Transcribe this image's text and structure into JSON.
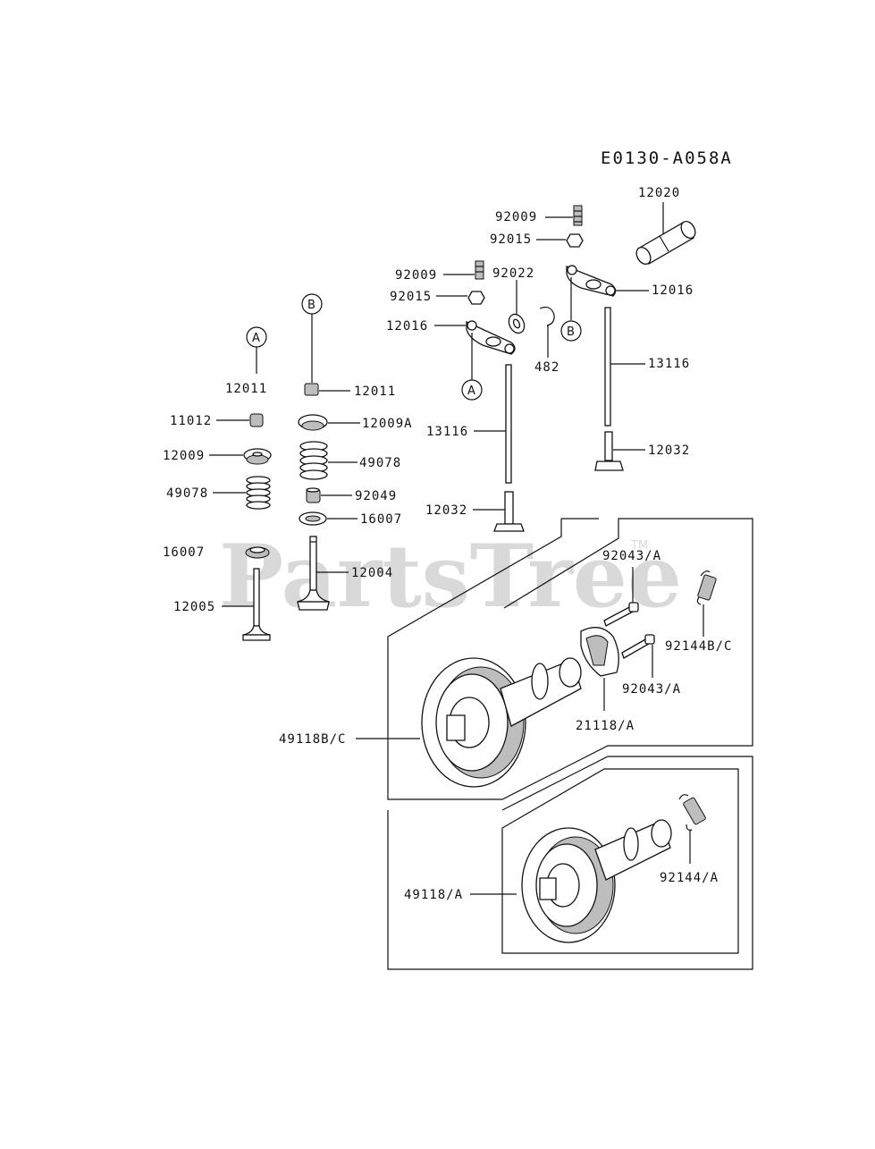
{
  "diagram_code": "E0130-A058A",
  "watermark": {
    "text": "PartsTree",
    "trademark": "TM"
  },
  "callouts": [
    "A",
    "B"
  ],
  "labels": {
    "p92009_top": "92009",
    "p12020": "12020",
    "p92015_top": "92015",
    "p92009_mid": "92009",
    "p92022": "92022",
    "p92015_mid": "92015",
    "p12016_left": "12016",
    "p12016_right": "12016",
    "p482": "482",
    "p13116_right": "13116",
    "p12011_a": "12011",
    "p12011_b": "12011",
    "p11012": "11012",
    "p12009A": "12009A",
    "p12009": "12009",
    "p49078_right": "49078",
    "p49078_left": "49078",
    "p92049": "92049",
    "p16007_right": "16007",
    "p16007_left": "16007",
    "p13116_mid": "13116",
    "p12032_right": "12032",
    "p12032_mid": "12032",
    "p12004": "12004",
    "p12005": "12005",
    "p92043A_top": "92043/A",
    "p92144BC": "92144B/C",
    "p92043A_bottom": "92043/A",
    "p49118BC": "49118B/C",
    "p21118A": "21118/A",
    "p92144A": "92144/A",
    "p49118A": "49118/A"
  }
}
